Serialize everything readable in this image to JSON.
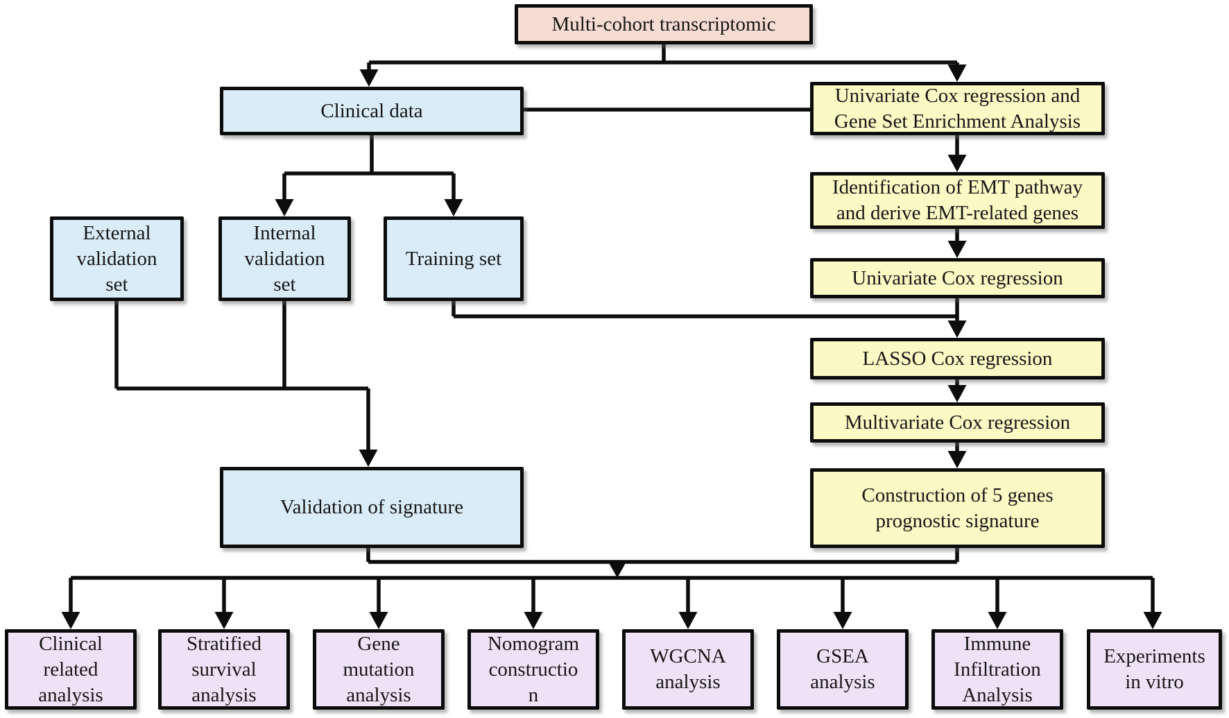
{
  "palette": {
    "source": "#f6dcd2",
    "clinical": "#d9ecf7",
    "analysis": "#fbf9c4",
    "output": "#eee3f6",
    "line": "#0c0c0c",
    "border": "#0c0c0c"
  },
  "nodes": {
    "multi_cohort": {
      "label": "Multi-cohort transcriptomic",
      "group": "source"
    },
    "clinical_data": {
      "label": "Clinical data",
      "group": "clinical"
    },
    "univariate_gsea": {
      "label": "Univariate Cox regression and\nGene Set Enrichment Analysis",
      "group": "analysis"
    },
    "external_validation": {
      "label": "External\nvalidation\nset",
      "group": "clinical"
    },
    "internal_validation": {
      "label": "Internal\nvalidation\nset",
      "group": "clinical"
    },
    "training_set": {
      "label": "Training set",
      "group": "clinical"
    },
    "emt_identification": {
      "label": "Identification of EMT pathway\nand derive EMT-related genes",
      "group": "analysis"
    },
    "univariate_cox": {
      "label": "Univariate Cox regression",
      "group": "analysis"
    },
    "lasso_cox": {
      "label": "LASSO Cox regression",
      "group": "analysis"
    },
    "multivariate_cox": {
      "label": "Multivariate Cox regression",
      "group": "analysis"
    },
    "construction_signature": {
      "label": "Construction of 5 genes\nprognostic signature",
      "group": "analysis"
    },
    "validation_signature": {
      "label": "Validation of signature",
      "group": "clinical"
    },
    "clinical_related": {
      "label": "Clinical\nrelated\nanalysis",
      "group": "output"
    },
    "stratified_survival": {
      "label": "Stratified\nsurvival\nanalysis",
      "group": "output"
    },
    "gene_mutation": {
      "label": "Gene\nmutation\nanalysis",
      "group": "output"
    },
    "nomogram_construction": {
      "label": "Nomogram\nconstructio\nn",
      "group": "output"
    },
    "wgcna_analysis": {
      "label": "WGCNA\nanalysis",
      "group": "output"
    },
    "gsea_analysis": {
      "label": "GSEA\nanalysis",
      "group": "output"
    },
    "immune_infiltration": {
      "label": "Immune\nInfiltration\nAnalysis",
      "group": "output"
    },
    "experiments_in_vitro": {
      "label": "Experiments\nin vitro",
      "group": "output"
    }
  }
}
